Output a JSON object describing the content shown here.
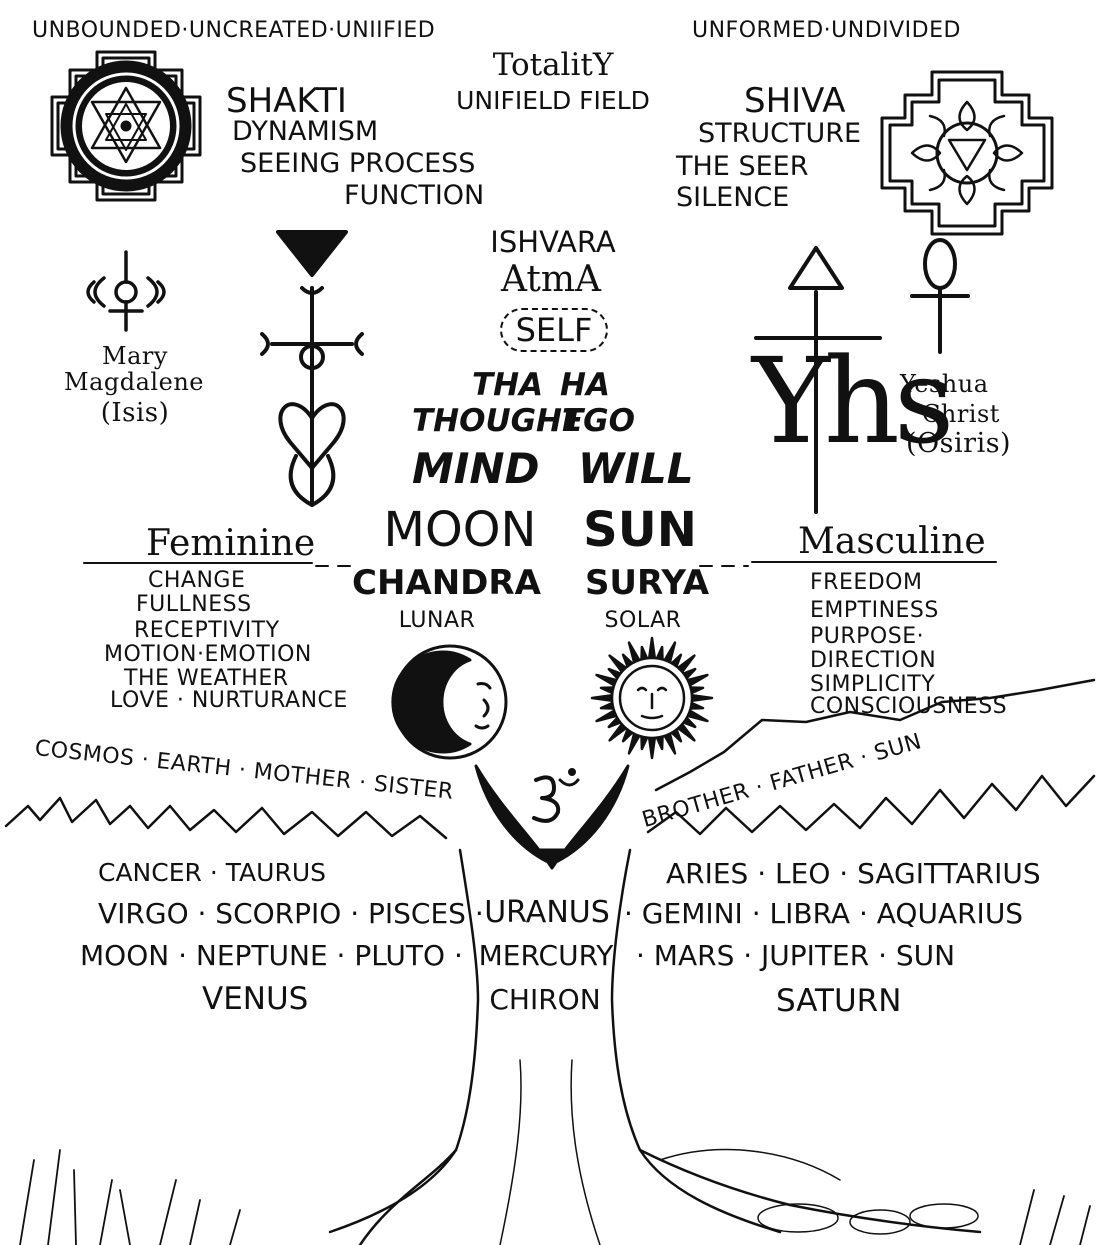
{
  "top": {
    "left_attributes": "UNBOUNDED·UNCREATED·UNIIFIED",
    "right_attributes": "UNFORMED·UNDIVIDED",
    "title": "TotalitY",
    "subtitle": "UNIFIELD FIELD"
  },
  "shakti": {
    "name": "SHAKTI",
    "qualities": [
      "DYNAMISM",
      "SEEING PROCESS",
      "FUNCTION"
    ]
  },
  "shiva": {
    "name": "SHIVA",
    "qualities": [
      "STRUCTURE",
      "THE SEER",
      "SILENCE"
    ]
  },
  "center": {
    "ishvara": "ISHVARA",
    "atma": "AtmA",
    "self": "SELF",
    "tha": "THA",
    "ha": "HA",
    "thought": "THOUGHT",
    "ego": "EGO",
    "mind": "MIND",
    "will": "WILL"
  },
  "mary": {
    "line1": "Mary",
    "line2": "Magdalene",
    "line3": "(Isis)"
  },
  "yeshua": {
    "line1": "Yeshua",
    "line2": "Christ",
    "line3": "(Osiris)",
    "monogram": "Yhs"
  },
  "feminine": {
    "heading": "Feminine",
    "traits": [
      "CHANGE",
      "FULLNESS",
      "RECEPTIVITY",
      "MOTION·EMOTION",
      "THE WEATHER",
      "LOVE · NURTURANCE"
    ]
  },
  "masculine": {
    "heading": "Masculine",
    "traits": [
      "FREEDOM",
      "EMPTINESS",
      "PURPOSE·",
      "DIRECTION",
      "SIMPLICITY",
      "CONSCIOUSNESS"
    ]
  },
  "moon": {
    "title": "MOON",
    "sanskrit": "CHANDRA",
    "label": "LUNAR"
  },
  "sun": {
    "title": "SUN",
    "sanskrit": "SURYA",
    "label": "SOLAR"
  },
  "branches": {
    "left": "COSMOS · EARTH · MOTHER · SISTER",
    "right": "BROTHER · FATHER · SUN"
  },
  "zodiac": {
    "left_rows": [
      "CANCER · TAURUS",
      "VIRGO · SCORPIO · PISCES ·",
      "MOON · NEPTUNE · PLUTO ·",
      "VENUS"
    ],
    "center_rows": [
      "URANUS",
      "MERCURY",
      "CHIRON"
    ],
    "right_rows": [
      "ARIES · LEO · SAGITTARIUS",
      "· GEMINI · LIBRA · AQUARIUS",
      "· MARS · JUPITER · SUN",
      "SATURN"
    ]
  },
  "icons": {
    "sri_yantra": "sri-yantra-icon",
    "shiva_yantra": "shiva-yantra-icon",
    "triple_moon": "triple-moon-icon",
    "water_symbol": "water-triangle-icon",
    "fire_symbol": "fire-triangle-icon",
    "ankh": "ankh-icon",
    "moon_face": "moon-face-icon",
    "sun_face": "sun-face-icon",
    "om_wings": "om-wings-icon",
    "tree": "tree-icon"
  },
  "colors": {
    "ink": "#111111",
    "paper": "#ffffff"
  }
}
